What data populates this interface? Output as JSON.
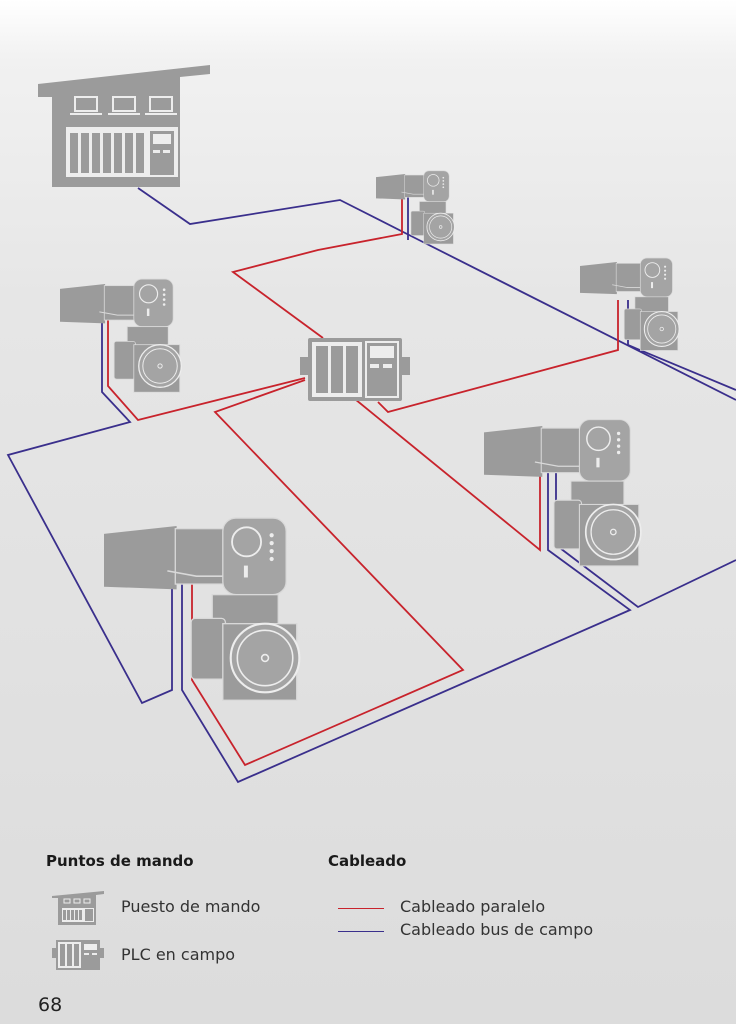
{
  "colors": {
    "parallel": "#c8232c",
    "fieldbus": "#3a2f8c",
    "device": "#9b9b9b",
    "device_light": "#c8c8c8"
  },
  "legend": {
    "control_points": {
      "title": "Puntos de mando",
      "items": [
        {
          "icon": "control-room-icon",
          "label": "Puesto de mando"
        },
        {
          "icon": "field-plc-icon",
          "label": "PLC en campo"
        }
      ]
    },
    "cabling": {
      "title": "Cableado",
      "items": [
        {
          "color": "#c8232c",
          "label": "Cableado paralelo"
        },
        {
          "color": "#3a2f8c",
          "label": "Cableado bus de campo"
        }
      ]
    }
  },
  "page_number": "68"
}
